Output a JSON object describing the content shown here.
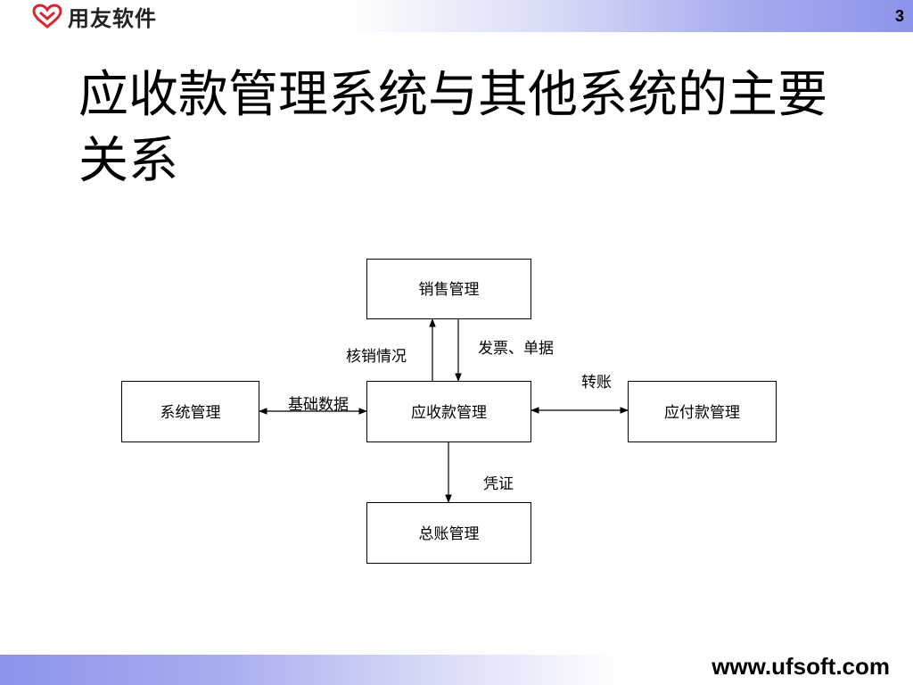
{
  "header": {
    "logo_text": "用友软件",
    "page_number": "3"
  },
  "slide": {
    "title": "应收款管理系统与其他系统的主要关系"
  },
  "diagram": {
    "nodes": {
      "sales": "销售管理",
      "system": "系统管理",
      "ar": "应收款管理",
      "ap": "应付款管理",
      "gl": "总账管理"
    },
    "edges": {
      "writeoff": "核销情况",
      "invoice": "发票、单据",
      "transfer": "转账",
      "base_data": "基础数据",
      "voucher": "凭证"
    }
  },
  "footer": {
    "url": "www.ufsoft.com"
  },
  "colors": {
    "bar_accent": "#8d93ea",
    "logo_red": "#d8262e"
  }
}
